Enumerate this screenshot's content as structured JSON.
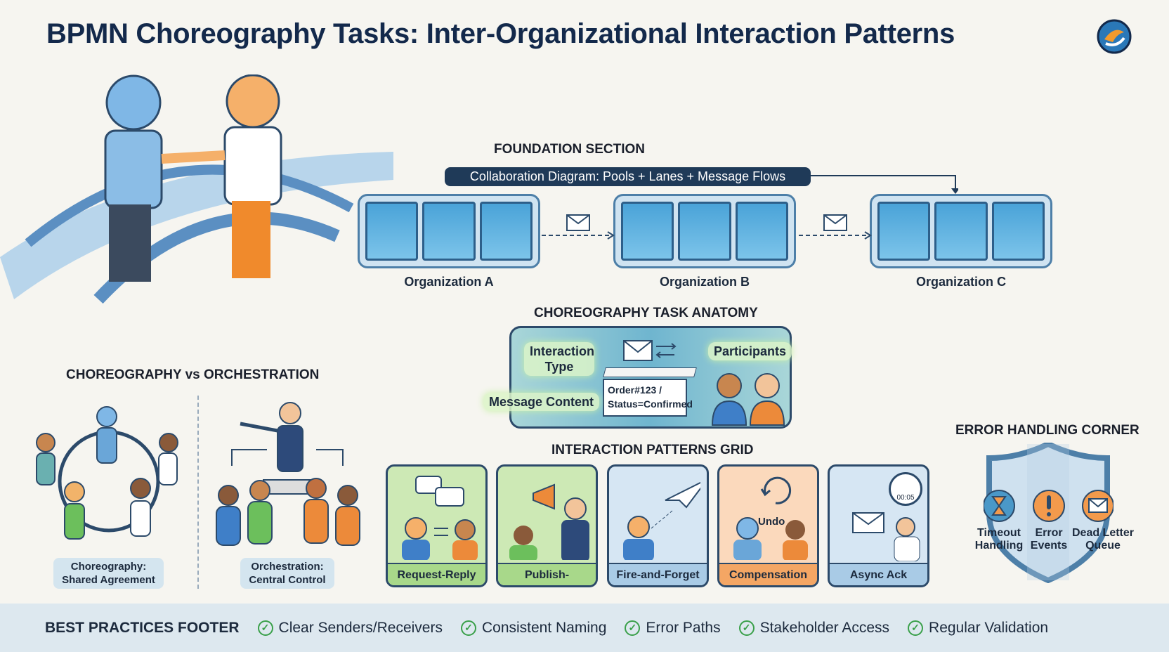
{
  "title": "BPMN Choreography Tasks: Inter-Organizational Interaction Patterns",
  "foundation": {
    "heading": "FOUNDATION SECTION",
    "banner": "Collaboration Diagram: Pools + Lanes + Message Flows",
    "organizations": [
      "Organization A",
      "Organization B",
      "Organization C"
    ]
  },
  "anatomy": {
    "heading": "CHOREOGRAPHY TASK ANATOMY",
    "interaction_type": "Interaction Type",
    "participants": "Participants",
    "message_content": "Message Content",
    "message_line1": "Order#123 /",
    "message_line2": "Status=Confirmed"
  },
  "comparison": {
    "heading": "CHOREOGRAPHY vs ORCHESTRATION",
    "choreography": "Choreography: Shared Agreement",
    "orchestration": "Orchestration: Central Control"
  },
  "patterns": {
    "heading": "INTERACTION PATTERNS GRID",
    "items": [
      {
        "label": "Request-Reply",
        "color": "#cde9b5",
        "bar": "#a8d88a"
      },
      {
        "label": "Publish-Subscribe",
        "color": "#cde9b5",
        "bar": "#a8d88a"
      },
      {
        "label": "Fire-and-Forget",
        "color": "#d6e6f3",
        "bar": "#a9cbe6"
      },
      {
        "label": "Compensation",
        "color": "#fbd9bc",
        "bar": "#f4a664"
      },
      {
        "label": "Async Ack",
        "color": "#d6e6f3",
        "bar": "#a9cbe6"
      }
    ],
    "undo": "Undo",
    "clock": "00:05"
  },
  "errors": {
    "heading": "ERROR HANDLING CORNER",
    "items": [
      {
        "label": "Timeout Handling",
        "icon": "hourglass-icon"
      },
      {
        "label": "Error Events",
        "icon": "exclamation-icon"
      },
      {
        "label": "Dead Letter Queue",
        "icon": "envelope-icon"
      }
    ]
  },
  "footer": {
    "heading": "BEST PRACTICES FOOTER",
    "items": [
      "Clear Senders/Receivers",
      "Consistent Naming",
      "Error Paths",
      "Stakeholder Access",
      "Regular Validation"
    ]
  }
}
